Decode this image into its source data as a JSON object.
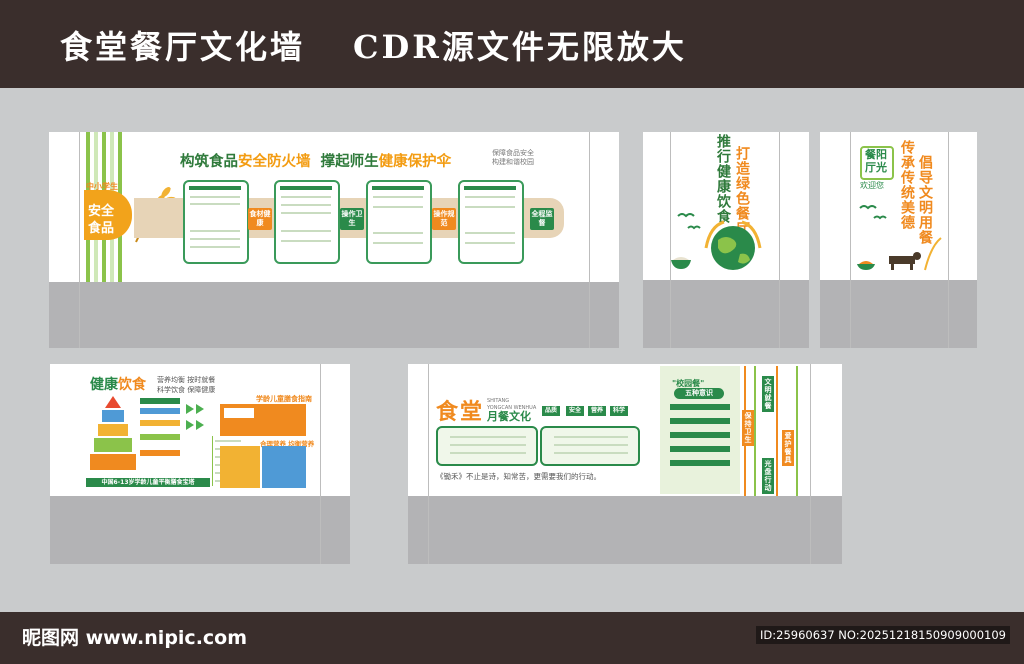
{
  "header": {
    "title_left": "食堂餐厅文化墙",
    "title_right": "CDR源文件无限放大"
  },
  "footer": {
    "brand": "昵图网 www.nipic.com",
    "image_id": "ID:25960637 NO:20251218150909000109"
  },
  "panel1": {
    "heading_part1": "构筑食品",
    "heading_part2": "安全防火墙",
    "heading_part3": "撑起师生",
    "heading_part4": "健康保护伞",
    "sub_line1": "保障食品安全",
    "sub_line2": "构建和谐校园",
    "side_small": "中小学生",
    "side_big1": "安全",
    "side_big2": "食品",
    "board_tags": [
      "食材健康",
      "操作卫生",
      "操作规范",
      "全程监督"
    ]
  },
  "panel2": {
    "col1": "推行健康饮食",
    "col2": "打造绿色餐厅"
  },
  "panel3": {
    "badge": "餐阳厅光",
    "welcome": "欢迎您",
    "col1": "传承传统美德",
    "col2": "倡导文明用餐"
  },
  "panel4": {
    "title_part1": "健康",
    "title_part2": "饮食",
    "slogan_line1": "营养均衡 按时就餐",
    "slogan_line2": "科学饮食 保障健康",
    "board_title": "学龄儿童膳食指南",
    "pyramid_caption": "中国6-13岁学龄儿童平衡膳食宝塔",
    "sub_box": "合理营养 均衡营养"
  },
  "panel5": {
    "title": "食堂",
    "title_sub": "月餐文化",
    "pinyin_line1": "SHITANG",
    "pinyin_line2": "YONGCAN WENHUA",
    "tags": [
      "品质",
      "安全",
      "营养",
      "科学"
    ],
    "poem": "《锄禾》不止是诗，知常苦，更需要我们的行动。",
    "right_title": "\"校园餐\"",
    "right_subtitle": "五种意识",
    "side_tags": [
      "文明就餐",
      "保持卫生",
      "爱护餐具",
      "光盘行动"
    ]
  }
}
